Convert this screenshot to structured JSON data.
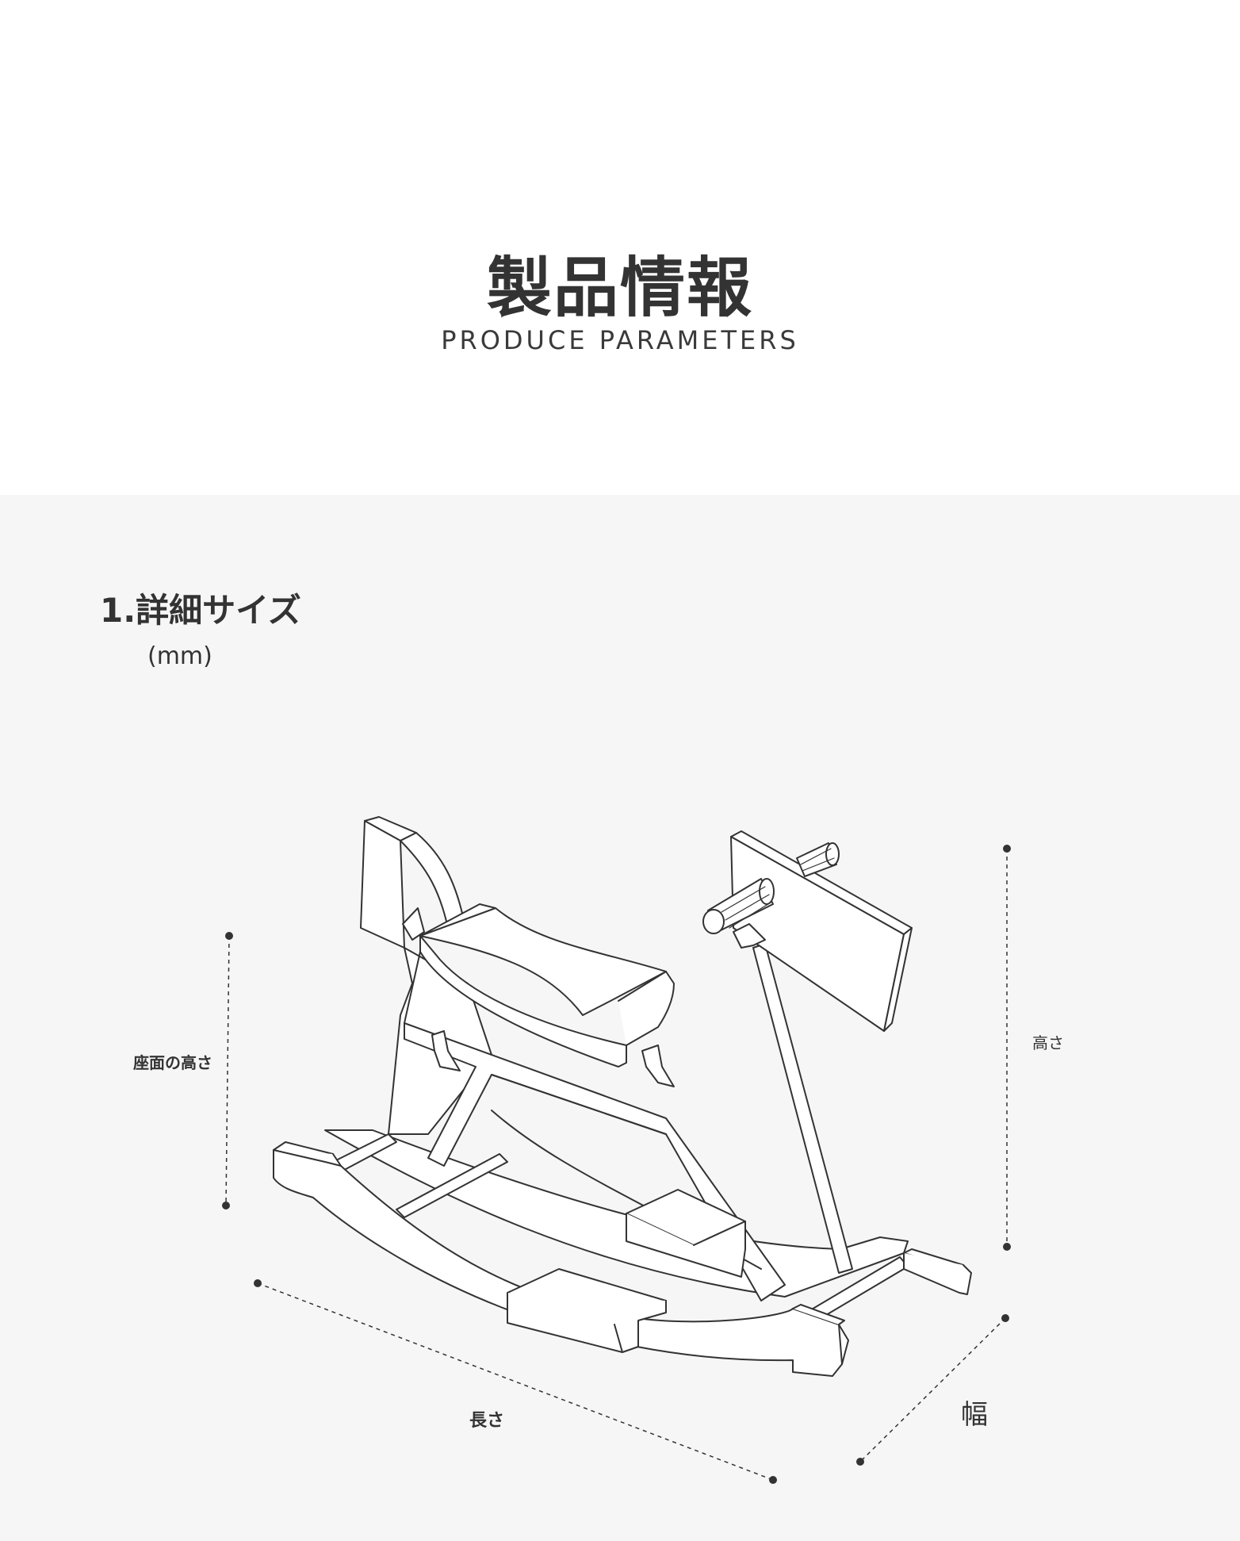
{
  "header": {
    "title": "製品情報",
    "subtitle": "PRODUCE PARAMETERS"
  },
  "section": {
    "title": "1.詳細サイズ",
    "unit": "(mm)"
  },
  "dimensions": {
    "seat_height_label": "座面の高さ",
    "height_label": "高さ",
    "length_label": "長さ",
    "width_label": "幅"
  },
  "colors": {
    "panel_background": "#f6f6f6",
    "line": "#333333"
  }
}
